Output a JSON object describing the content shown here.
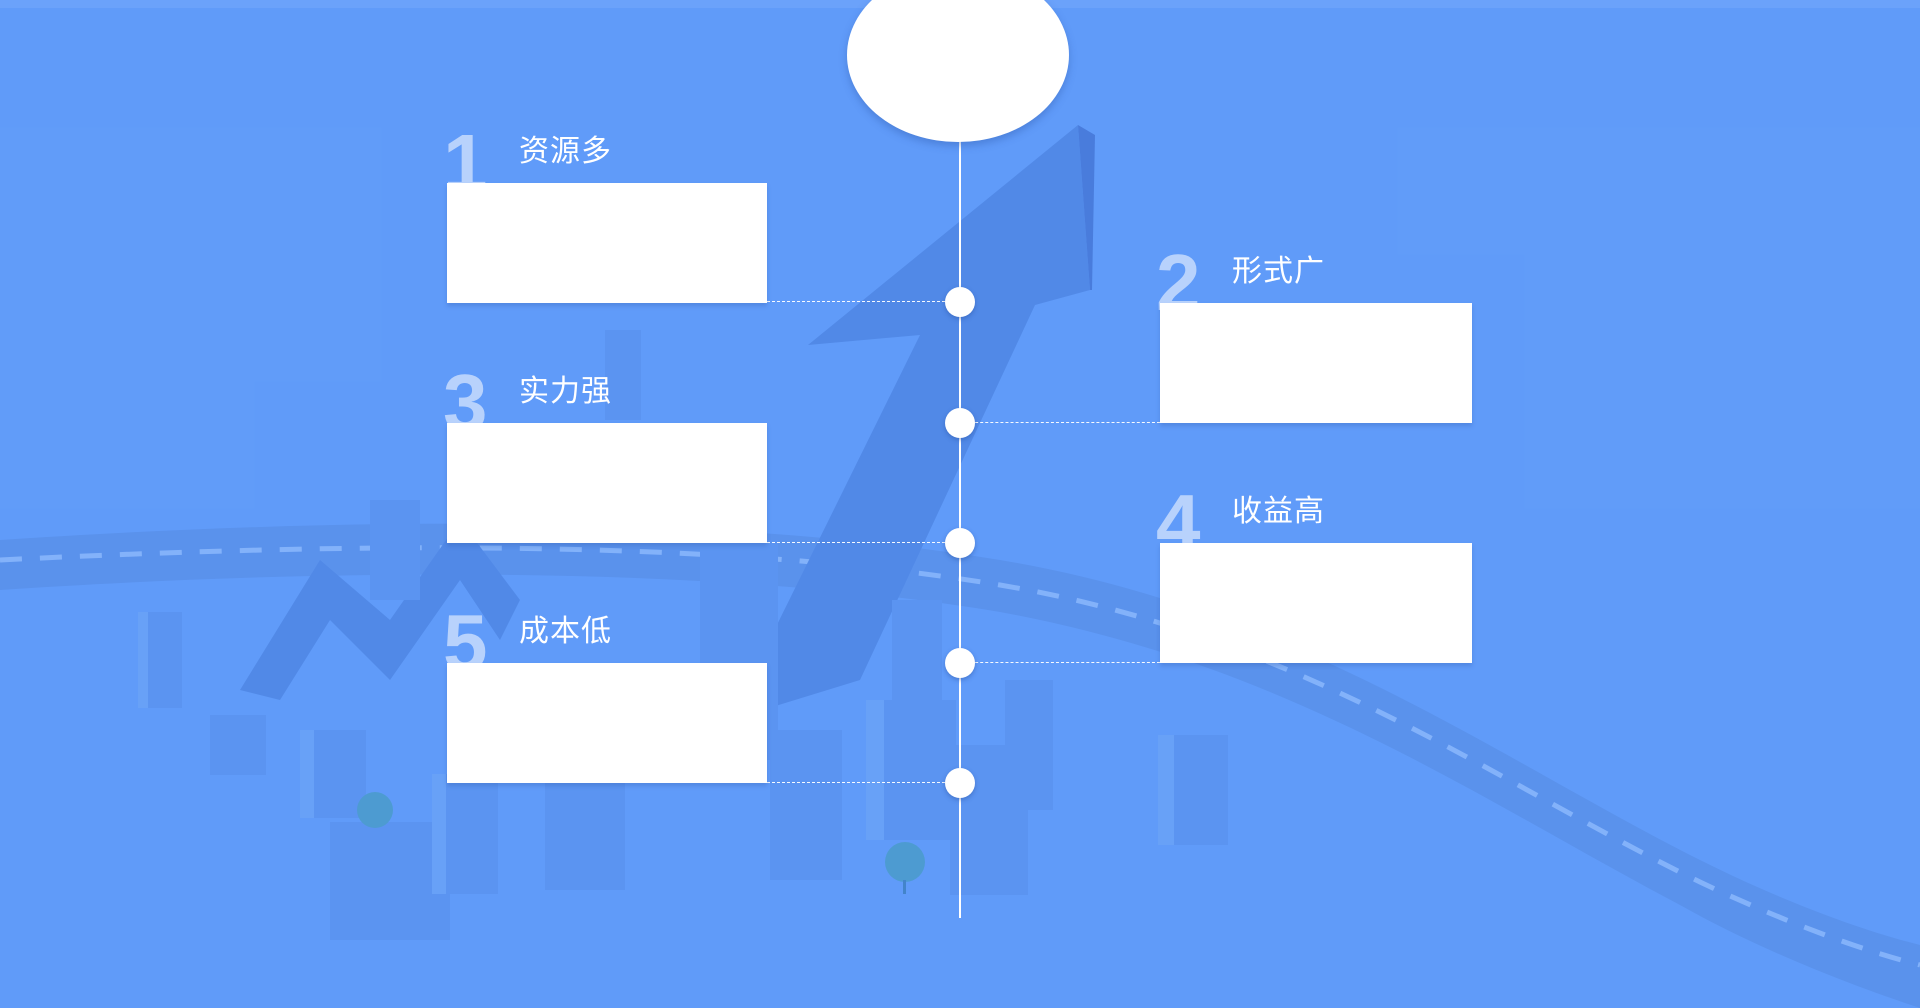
{
  "colors": {
    "background": "#619cf9",
    "accent_number": "#b8d2fc",
    "card": "#ffffff",
    "line": "#ffffff"
  },
  "timeline": {
    "items": [
      {
        "number": "1",
        "title": "资源多",
        "side": "left"
      },
      {
        "number": "2",
        "title": "形式广",
        "side": "right"
      },
      {
        "number": "3",
        "title": "实力强",
        "side": "left"
      },
      {
        "number": "4",
        "title": "收益高",
        "side": "right"
      },
      {
        "number": "5",
        "title": "成本低",
        "side": "left"
      }
    ]
  }
}
